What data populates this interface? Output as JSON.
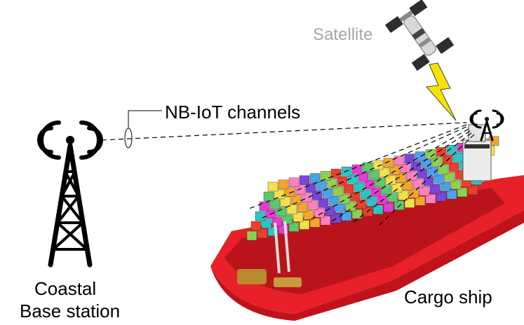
{
  "labels": {
    "satellite": "Satellite",
    "channels": "NB-IoT channels",
    "base_station_line1": "Coastal",
    "base_station_line2": "Base station",
    "ship": "Cargo ship"
  },
  "colors": {
    "satellite_label": "#a6a6a6",
    "text": "#000000",
    "tower": "#000000",
    "hull_red": "#e8202a",
    "lightning": "#f5e400",
    "channel_line": "#000000"
  },
  "icons": {
    "satellite": "satellite-icon",
    "tower": "radio-tower-icon",
    "ship": "cargo-ship-illustration",
    "lightning": "lightning-bolt-icon"
  }
}
